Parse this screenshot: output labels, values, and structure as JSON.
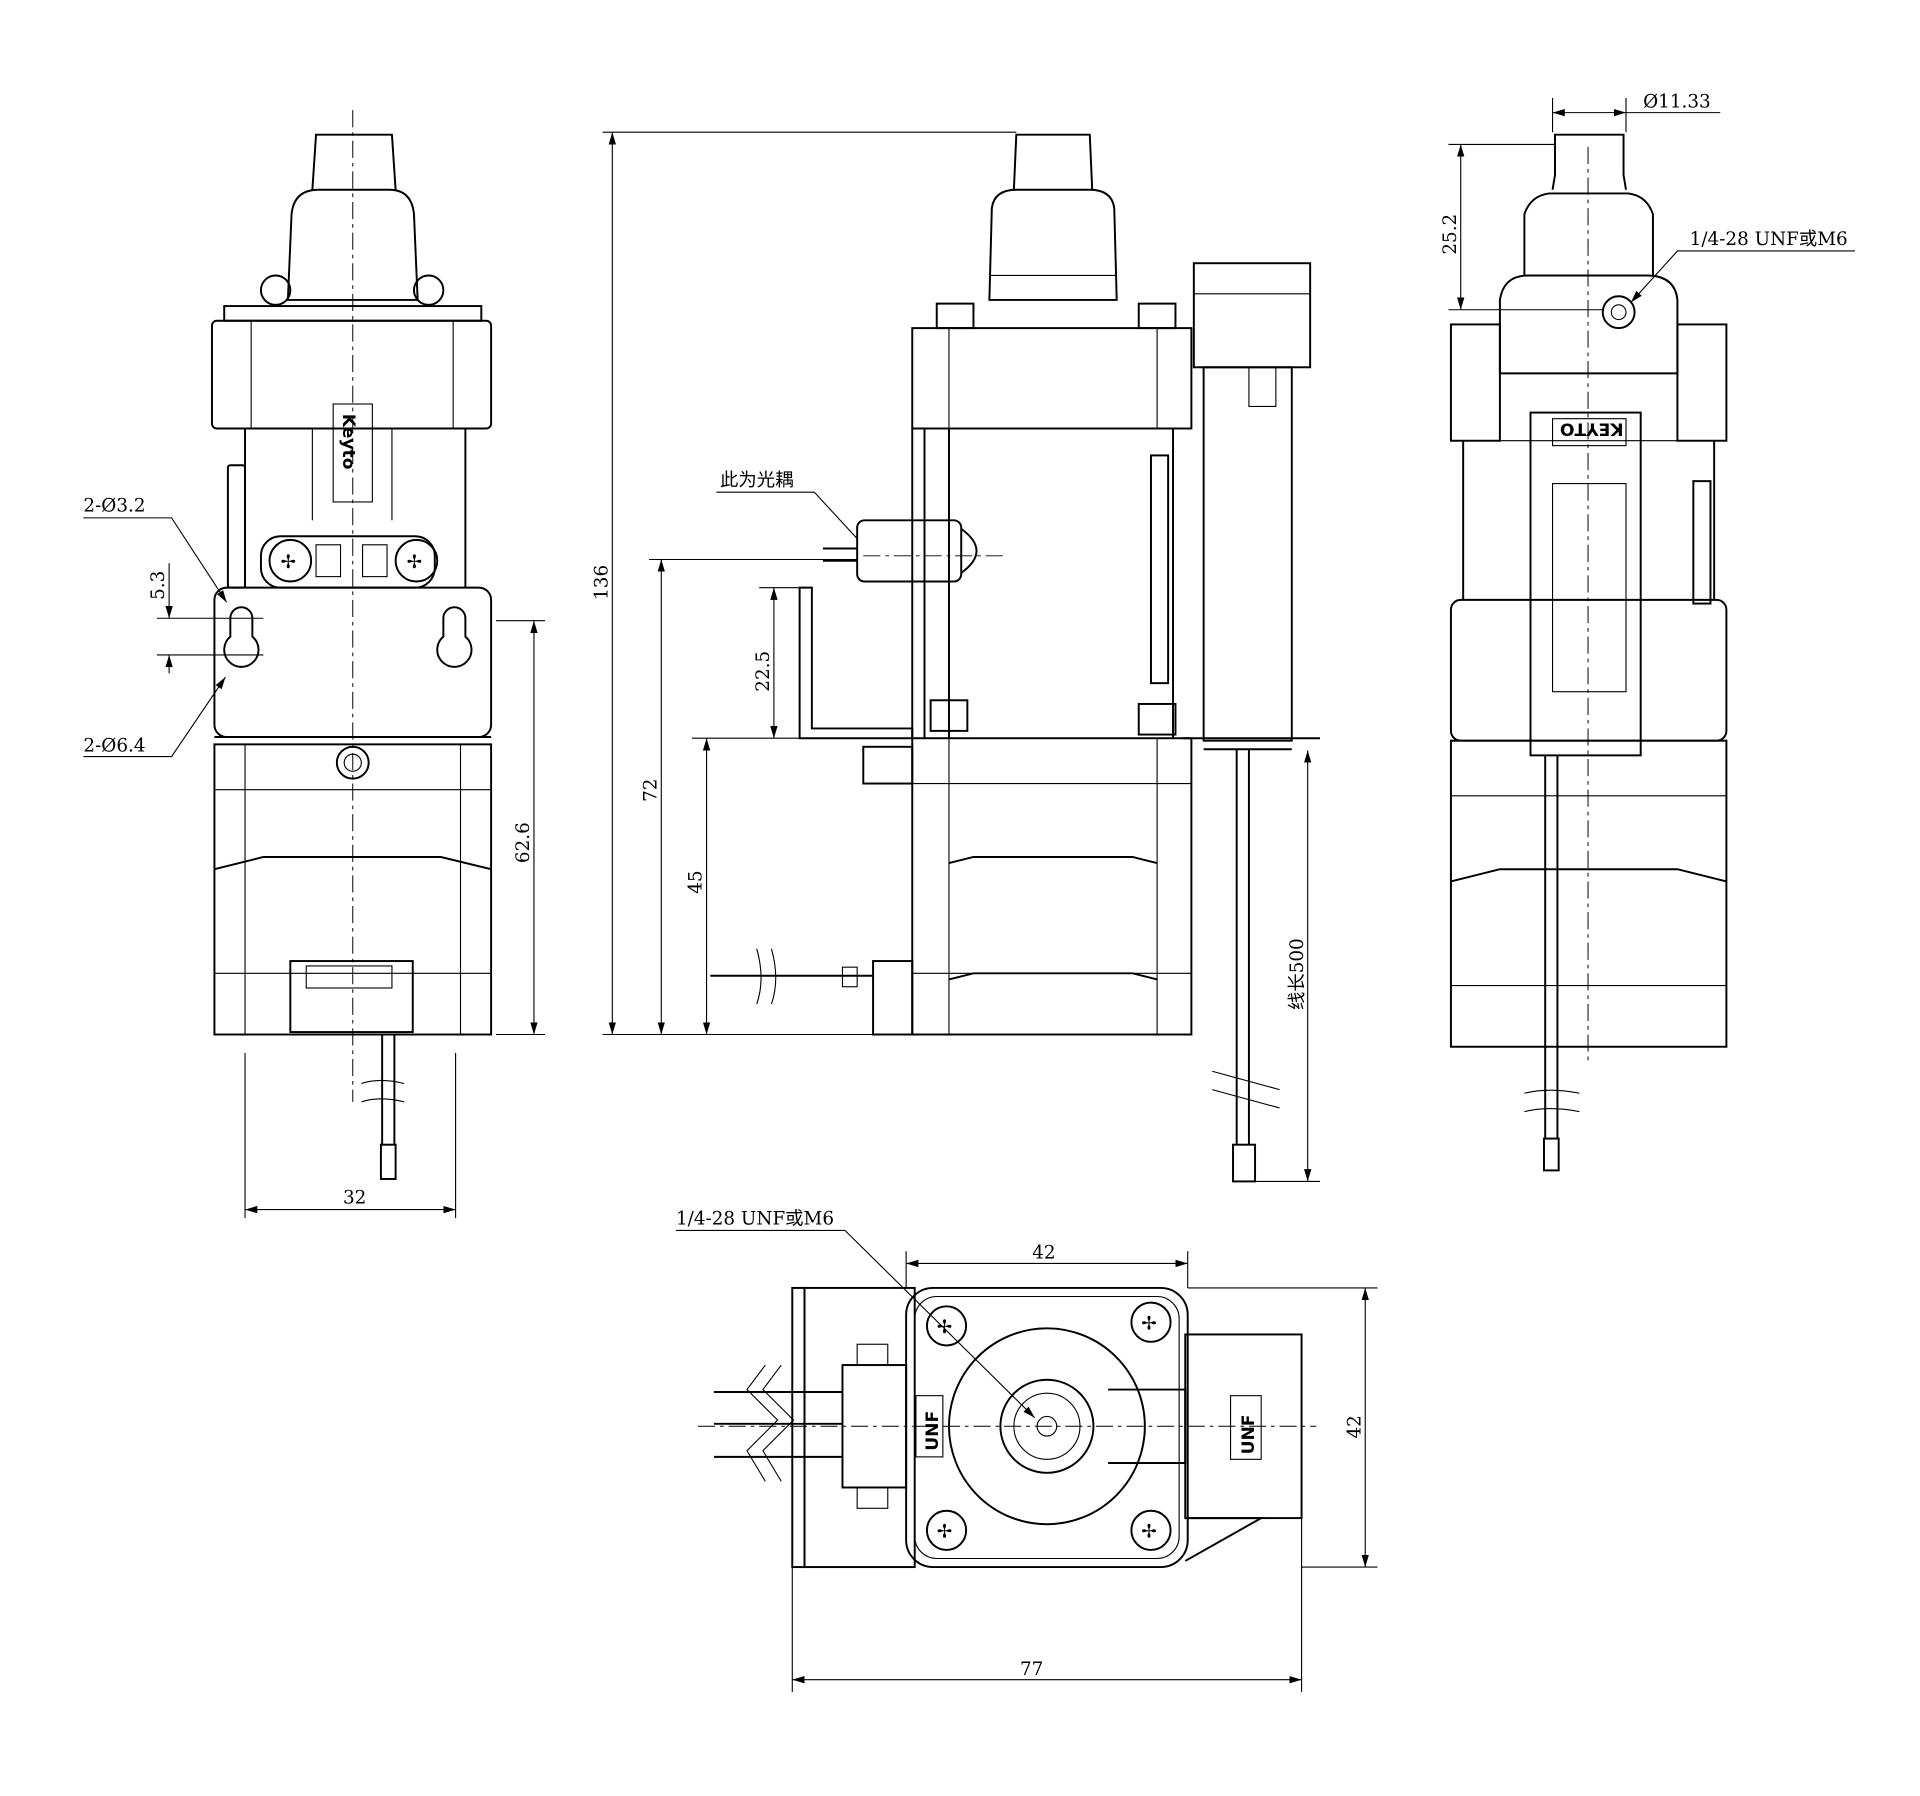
{
  "front_view": {
    "slot_small_dia": "2-Ø3.2",
    "slot_offset": "5.3",
    "slot_large_dia": "2-Ø6.4",
    "slot_height": "62.6",
    "slot_spacing": "32",
    "logo": "Keyto"
  },
  "side_view": {
    "total_height": "136",
    "optocoupler_note": "此为光耦",
    "optocoupler_height": "72",
    "bracket_height": "22.5",
    "motor_height": "45",
    "wire_length": "线长500"
  },
  "rear_view": {
    "nozzle_dia": "Ø11.33",
    "nozzle_height": "25.2",
    "thread_note": "1/4-28 UNF或M6",
    "logo": "KEYTO"
  },
  "bottom_view": {
    "thread_note": "1/4-28 UNF或M6",
    "width": "42",
    "depth": "42",
    "total_length": "77",
    "label_left": "UNF",
    "label_right": "UNF"
  }
}
